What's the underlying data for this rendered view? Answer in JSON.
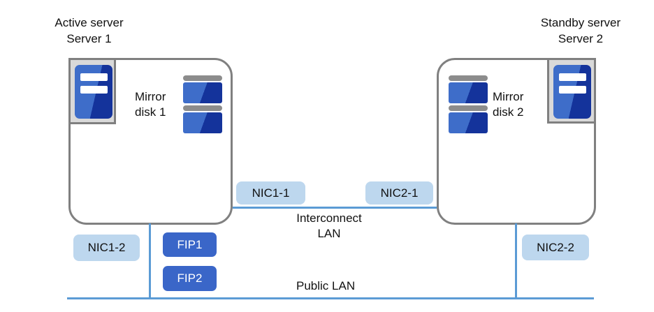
{
  "servers": {
    "left": {
      "role": "Active server",
      "name": "Server 1",
      "disk_label_line1": "Mirror",
      "disk_label_line2": "disk 1"
    },
    "right": {
      "role": "Standby server",
      "name": "Server 2",
      "disk_label_line1": "Mirror",
      "disk_label_line2": "disk 2"
    }
  },
  "nics": {
    "nic1_1": "NIC1-1",
    "nic2_1": "NIC2-1",
    "nic1_2": "NIC1-2",
    "nic2_2": "NIC2-2"
  },
  "fips": {
    "fip1": "FIP1",
    "fip2": "FIP2"
  },
  "networks": {
    "interconnect_line1": "Interconnect",
    "interconnect_line2": "LAN",
    "public": "Public LAN"
  },
  "colors": {
    "lan_line": "#5b9bd5",
    "nic_badge": "#bdd7ee",
    "fip_badge": "#3a66c8",
    "box_border": "#808080",
    "icon_blue": "#3e6dc9",
    "icon_navy": "#14339b",
    "disk_lid_gray": "#8c8c8c",
    "server_tray_gray": "#d9d9d9"
  }
}
